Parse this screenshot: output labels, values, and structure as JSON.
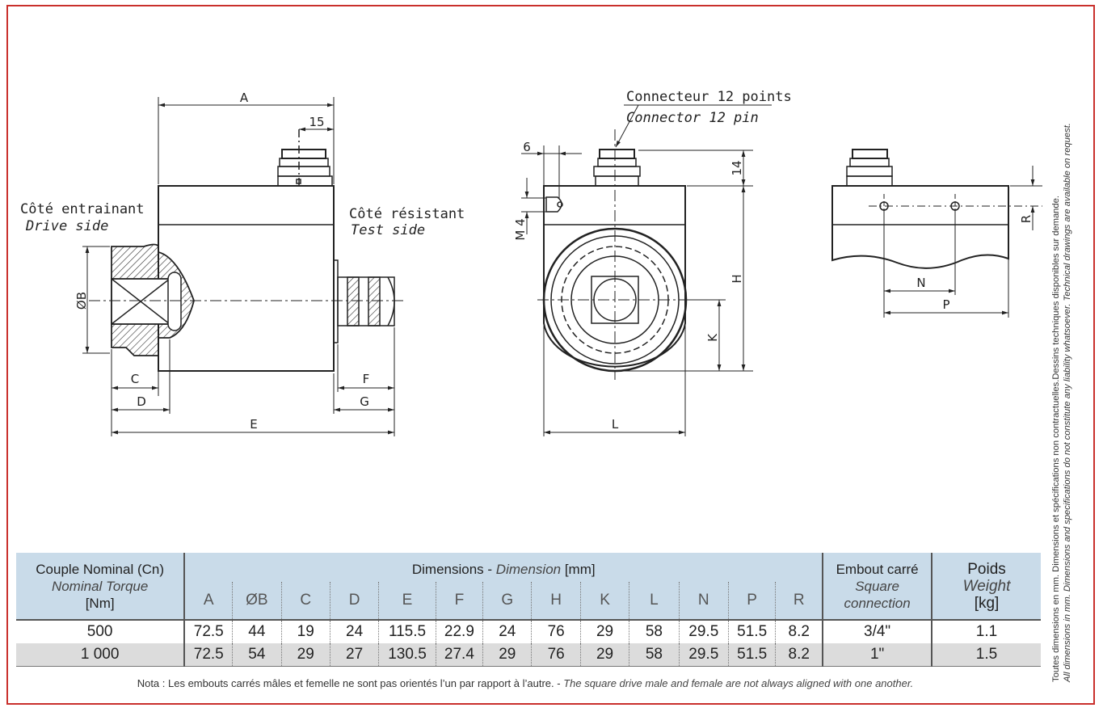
{
  "drawing": {
    "labels": {
      "drive_side_fr": "Côté entrainant",
      "drive_side_en": "Drive side",
      "test_side_fr": "Côté résistant",
      "test_side_en": "Test side",
      "connector_fr": "Connecteur 12 points",
      "connector_en": "Connector 12 pin"
    },
    "dimension_letters": {
      "A": "A",
      "B": "ØB",
      "C": "C",
      "D": "D",
      "E": "E",
      "F": "F",
      "G": "G",
      "H": "H",
      "K": "K",
      "L": "L",
      "N": "N",
      "P": "P",
      "R": "R",
      "d15": "15",
      "d6": "6",
      "d14": "14",
      "m4": "M 4"
    }
  },
  "side_note": {
    "fr": "Toutes dimensions en mm. Dimensions et spécifications non contractuelles.Dessins techniques disponibles sur demande.",
    "en": "All dimensions in mm. Dimensions and specifications do not constitute any liability whatsoever. Technical drawings are available on request."
  },
  "table": {
    "col_torque": {
      "fr": "Couple Nominal (Cn)",
      "en": "Nominal Torque",
      "unit": "[Nm]"
    },
    "col_dimensions": {
      "fr": "Dimensions - ",
      "en": "Dimension",
      "unit": " [mm]"
    },
    "col_square": {
      "fr": "Embout carré",
      "en1": "Square",
      "en2": "connection"
    },
    "col_weight": {
      "fr": "Poids",
      "en": "Weight",
      "unit": "[kg]"
    },
    "letters": [
      "A",
      "ØB",
      "C",
      "D",
      "E",
      "F",
      "G",
      "H",
      "K",
      "L",
      "N",
      "P",
      "R"
    ],
    "rows": [
      {
        "torque": "500",
        "dims": [
          "72.5",
          "44",
          "19",
          "24",
          "115.5",
          "22.9",
          "24",
          "76",
          "29",
          "58",
          "29.5",
          "51.5",
          "8.2"
        ],
        "square": "3/4\"",
        "weight": "1.1"
      },
      {
        "torque": "1 000",
        "dims": [
          "72.5",
          "54",
          "29",
          "27",
          "130.5",
          "27.4",
          "29",
          "76",
          "29",
          "58",
          "29.5",
          "51.5",
          "8.2"
        ],
        "square": "1\"",
        "weight": "1.5"
      }
    ]
  },
  "note": {
    "fr": "Nota : Les embouts carrés mâles et femelle ne sont pas orientés l’un par rapport à l’autre. - ",
    "en": "The square drive male and female are not always aligned with one another."
  }
}
